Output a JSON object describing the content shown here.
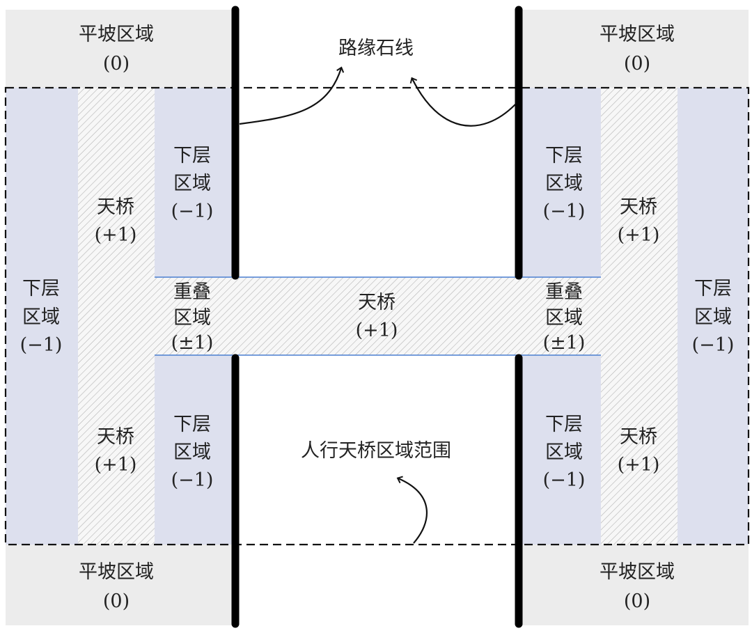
{
  "colors": {
    "flat": "#ececec",
    "lower": "#dde0ee",
    "hatch_bg": "#f7f7f7",
    "hatch_line": "#b5b5b5",
    "edge_line": "#4a7fd0",
    "curb": "#000000",
    "boundary": "#111111"
  },
  "labels": {
    "curb_line": "路缘石线",
    "overpass_range": "人行天桥区域范围",
    "flat": {
      "name": "平坡区域",
      "value": "(0)"
    },
    "lower": {
      "line1": "下层",
      "line2": "区域",
      "value": "(−1)"
    },
    "bridge": {
      "name": "天桥",
      "value": "(+1)"
    },
    "overlap": {
      "line1": "重叠",
      "line2": "区域",
      "value": "(±1)"
    }
  }
}
